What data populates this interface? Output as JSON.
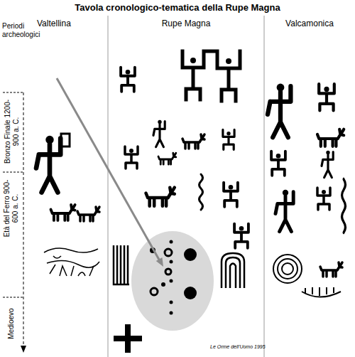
{
  "diagram": {
    "title": "Tavola cronologico-tematica della Rupe Magna",
    "nodes": [
      {
        "text": [
          "Valtellina"
        ]
      },
      {
        "text": [
          "Rupe Magna"
        ]
      },
      {
        "text": [
          "Valcamonica"
        ]
      }
    ],
    "labels": [
      "Periodi archeologici",
      "Bronzo Finale 1200-900 a. C.",
      "Età del Ferro 900-600 a. C.",
      "Medioevo",
      "Le Orme dell'Uomo 1995"
    ]
  }
}
